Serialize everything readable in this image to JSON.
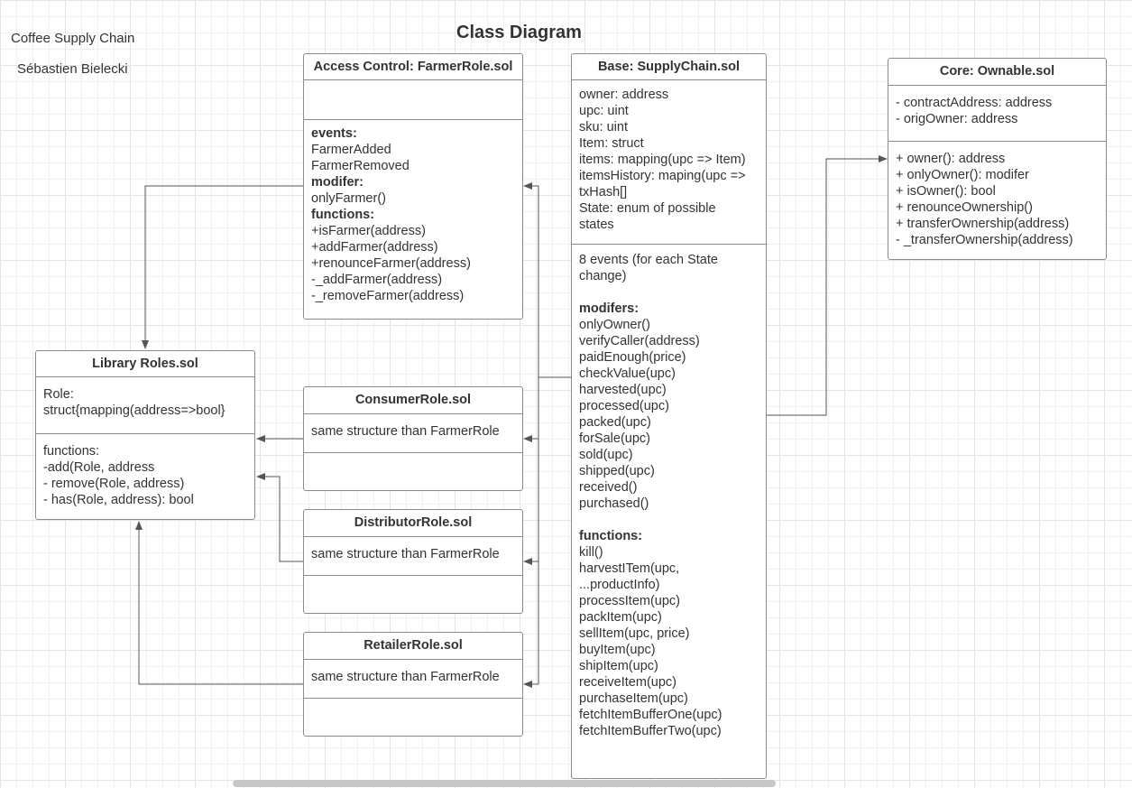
{
  "notes": {
    "project": "Coffee Supply Chain",
    "author": "Sébastien Bielecki"
  },
  "diagram_title": "Class Diagram",
  "classes": {
    "farmer": {
      "name": "Access Control: FarmerRole.sol",
      "attributes": [],
      "body": [
        {
          "text": "events:",
          "bold": true
        },
        {
          "text": "FarmerAdded"
        },
        {
          "text": "FarmerRemoved"
        },
        {
          "text": "modifer:",
          "bold": true
        },
        {
          "text": "onlyFarmer()"
        },
        {
          "text": "functions:",
          "bold": true
        },
        {
          "text": "+isFarmer(address)"
        },
        {
          "text": "+addFarmer(address)"
        },
        {
          "text": "+renounceFarmer(address)"
        },
        {
          "text": "-_addFarmer(address)"
        },
        {
          "text": "-_removeFarmer(address)"
        }
      ]
    },
    "supplychain": {
      "name": "Base: SupplyChain.sol",
      "attributes": [
        {
          "text": "owner: address"
        },
        {
          "text": "upc: uint"
        },
        {
          "text": "sku: uint"
        },
        {
          "text": "Item: struct"
        },
        {
          "text": "items: mapping(upc => Item)"
        },
        {
          "text": "itemsHistory: maping(upc =>"
        },
        {
          "text": "txHash[]"
        },
        {
          "text": "State: enum of possible"
        },
        {
          "text": "states"
        }
      ],
      "body": [
        {
          "text": "8 events (for each State"
        },
        {
          "text": "change)"
        },
        {
          "text": "",
          "gap": true
        },
        {
          "text": "modifers:",
          "bold": true
        },
        {
          "text": "onlyOwner()"
        },
        {
          "text": "verifyCaller(address)"
        },
        {
          "text": "paidEnough(price)"
        },
        {
          "text": "checkValue(upc)"
        },
        {
          "text": "harvested(upc)"
        },
        {
          "text": "processed(upc)"
        },
        {
          "text": "packed(upc)"
        },
        {
          "text": "forSale(upc)"
        },
        {
          "text": "sold(upc)"
        },
        {
          "text": "shipped(upc)"
        },
        {
          "text": "received()"
        },
        {
          "text": "purchased()"
        },
        {
          "text": "",
          "gap": true
        },
        {
          "text": "functions:",
          "bold": true
        },
        {
          "text": "kill()"
        },
        {
          "text": "harvestITem(upc,"
        },
        {
          "text": "...productInfo)"
        },
        {
          "text": "processItem(upc)"
        },
        {
          "text": "packItem(upc)"
        },
        {
          "text": "sellItem(upc, price)"
        },
        {
          "text": "buyItem(upc)"
        },
        {
          "text": "shipItem(upc)"
        },
        {
          "text": "receiveItem(upc)"
        },
        {
          "text": "purchaseItem(upc)"
        },
        {
          "text": "fetchItemBufferOne(upc)"
        },
        {
          "text": "fetchItemBufferTwo(upc)"
        }
      ]
    },
    "ownable": {
      "name": "Core: Ownable.sol",
      "attributes": [
        {
          "text": "- contractAddress: address"
        },
        {
          "text": "- origOwner: address"
        }
      ],
      "body": [
        {
          "text": "+ owner(): address"
        },
        {
          "text": "+ onlyOwner(): modifer"
        },
        {
          "text": "+ isOwner(): bool"
        },
        {
          "text": "+ renounceOwnership()"
        },
        {
          "text": "+ transferOwnership(address)"
        },
        {
          "text": "- _transferOwnership(address)"
        }
      ]
    },
    "roles": {
      "name": "Library Roles.sol",
      "attributes": [
        {
          "text": "Role:"
        },
        {
          "text": "struct{mapping(address=>bool}"
        }
      ],
      "body": [
        {
          "text": "functions:"
        },
        {
          "text": "-add(Role, address"
        },
        {
          "text": "- remove(Role, address)"
        },
        {
          "text": "- has(Role, address): bool"
        }
      ]
    },
    "consumer": {
      "name": "ConsumerRole.sol",
      "attributes": [
        {
          "text": "same structure than FarmerRole"
        }
      ],
      "body": []
    },
    "distributor": {
      "name": "DistributorRole.sol",
      "attributes": [
        {
          "text": "same structure than FarmerRole"
        }
      ],
      "body": []
    },
    "retailer": {
      "name": "RetailerRole.sol",
      "attributes": [
        {
          "text": "same structure than FarmerRole"
        }
      ],
      "body": []
    }
  },
  "colors": {
    "border": "#8a8a8a",
    "connector": "#555555",
    "text": "#333333",
    "grid": "#e4e4e4"
  }
}
